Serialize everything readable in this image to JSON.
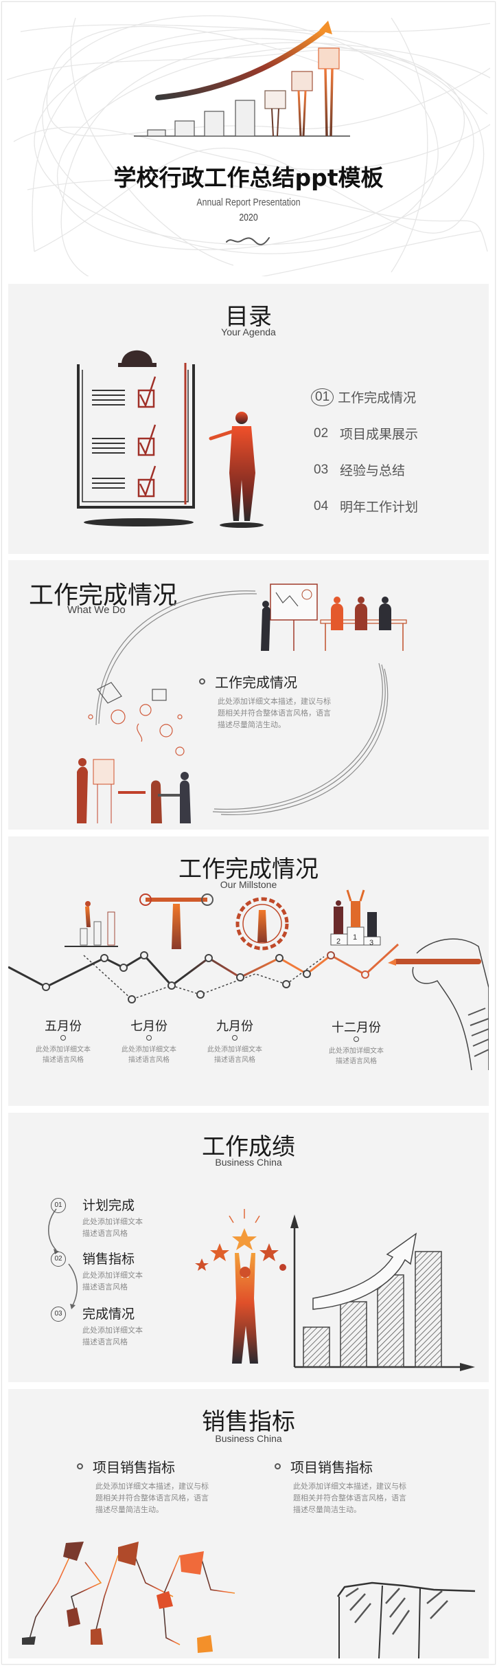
{
  "cover": {
    "title": "学校行政工作总结ppt模板",
    "subtitle": "Annual Report Presentation",
    "year": "2020",
    "illustration": "rising-bar-chart-arrow-icon"
  },
  "agenda": {
    "title": "目录",
    "subtitle": "Your Agenda",
    "illustration": "checklist-clipboard-person-icon",
    "items": [
      {
        "num": "01",
        "label": "工作完成情况",
        "highlighted": true
      },
      {
        "num": "02",
        "label": "项目成果展示",
        "highlighted": false
      },
      {
        "num": "03",
        "label": "经验与总结",
        "highlighted": false
      },
      {
        "num": "04",
        "label": "明年工作计划",
        "highlighted": false
      }
    ]
  },
  "what_we_do": {
    "title": "工作完成情况",
    "subtitle": "What We Do",
    "item_title": "工作完成情况",
    "item_desc_lines": [
      "此处添加详细文本描述，建议与标",
      "题相关并符合整体语言风格，语言",
      "描述尽量简洁生动。"
    ],
    "illustrations": [
      "presentation-meeting-icon",
      "teamwork-ideas-icon"
    ]
  },
  "milestone": {
    "title": "工作完成情况",
    "subtitle": "Our Millstone",
    "podium_labels": [
      "2",
      "1",
      "3"
    ],
    "months": [
      {
        "label": "五月份",
        "desc_lines": [
          "此处添加详细文本",
          "描述语言风格"
        ]
      },
      {
        "label": "七月份",
        "desc_lines": [
          "此处添加详细文本",
          "描述语言风格"
        ]
      },
      {
        "label": "九月份",
        "desc_lines": [
          "此处添加详细文本",
          "描述语言风格"
        ]
      },
      {
        "label": "十二月份",
        "desc_lines": [
          "此处添加详细文本",
          "描述语言风格"
        ]
      }
    ],
    "accent_color": "#e0502a"
  },
  "results": {
    "title": "工作成绩",
    "subtitle": "Business China",
    "items": [
      {
        "num": "01",
        "label": "计划完成",
        "desc_lines": [
          "此处添加详细文本",
          "描述语言风格"
        ]
      },
      {
        "num": "02",
        "label": "销售指标",
        "desc_lines": [
          "此处添加详细文本",
          "描述语言风格"
        ]
      },
      {
        "num": "03",
        "label": "完成情况",
        "desc_lines": [
          "此处添加详细文本",
          "描述语言风格"
        ]
      }
    ],
    "illustration": "person-holding-star-bar-chart-icon"
  },
  "sales": {
    "title": "销售指标",
    "subtitle": "Business China",
    "items": [
      {
        "label": "项目销售指标",
        "desc_lines": [
          "此处添加详细文本描述，建议与标",
          "题相关并符合整体语言风格，语言",
          "描述尽量简洁生动。"
        ]
      },
      {
        "label": "项目销售指标",
        "desc_lines": [
          "此处添加详细文本描述，建议与标",
          "题相关并符合整体语言风格，语言",
          "描述尽量简洁生动。"
        ]
      }
    ],
    "illustration": "runners-cliff-icon"
  },
  "colors": {
    "accent_orange": "#f07a2a",
    "accent_red": "#c8402a",
    "ink_dark": "#2a2a2a",
    "slide_bg": "#f3f3f3"
  }
}
